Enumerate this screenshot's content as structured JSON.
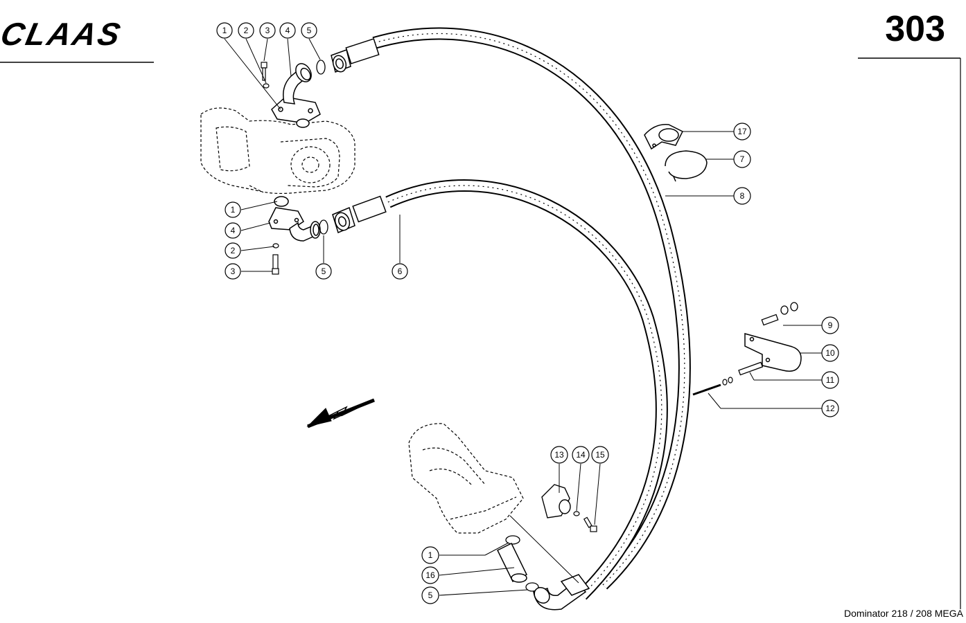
{
  "header": {
    "brand": "CLAAS",
    "page_number": "303"
  },
  "footer": {
    "model": "Dominator 218 / 208 MEGA"
  },
  "callouts": [
    {
      "id": "c1a",
      "label": "1"
    },
    {
      "id": "c2a",
      "label": "2"
    },
    {
      "id": "c3a",
      "label": "3"
    },
    {
      "id": "c4a",
      "label": "4"
    },
    {
      "id": "c5a",
      "label": "5"
    },
    {
      "id": "c1b",
      "label": "1"
    },
    {
      "id": "c4b",
      "label": "4"
    },
    {
      "id": "c2b",
      "label": "2"
    },
    {
      "id": "c3b",
      "label": "3"
    },
    {
      "id": "c5b",
      "label": "5"
    },
    {
      "id": "c6",
      "label": "6"
    },
    {
      "id": "c17",
      "label": "17"
    },
    {
      "id": "c7",
      "label": "7"
    },
    {
      "id": "c8",
      "label": "8"
    },
    {
      "id": "c9",
      "label": "9"
    },
    {
      "id": "c10",
      "label": "10"
    },
    {
      "id": "c11",
      "label": "11"
    },
    {
      "id": "c12",
      "label": "12"
    },
    {
      "id": "c13",
      "label": "13"
    },
    {
      "id": "c14",
      "label": "14"
    },
    {
      "id": "c15",
      "label": "15"
    },
    {
      "id": "c1c",
      "label": "1"
    },
    {
      "id": "c16",
      "label": "16"
    },
    {
      "id": "c5c",
      "label": "5"
    }
  ]
}
